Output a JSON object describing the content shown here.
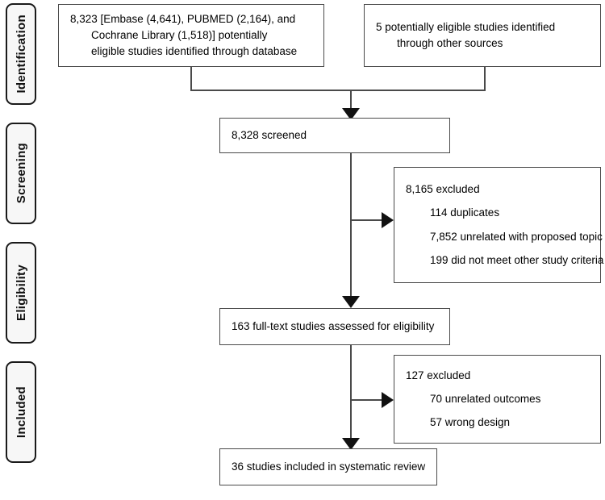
{
  "diagram": {
    "type": "prisma-flow-diagram",
    "stages": [
      {
        "id": "identification",
        "label": "Identification"
      },
      {
        "id": "screening",
        "label": "Screening"
      },
      {
        "id": "eligibility",
        "label": "Eligibility"
      },
      {
        "id": "included",
        "label": "Included"
      }
    ],
    "boxes": {
      "database_records": {
        "lines": [
          "8,323  [Embase (4,641),  PUBMED (2,164),  and",
          "Cochrane  Library (1,518)]  potentially",
          "eligible  studies  identified through database"
        ]
      },
      "other_sources": {
        "lines": [
          "5 potentially eligible studies  identified",
          "through  other  sources"
        ]
      },
      "screened": {
        "lines": [
          "8,328 screened"
        ]
      },
      "screening_excluded": {
        "heading": "8,165  excluded",
        "reasons": [
          "114 duplicates",
          "7,852 unrelated with proposed topic",
          "199 did not meet other study criteria"
        ]
      },
      "full_text_assessed": {
        "lines": [
          "163 full-text studies assessed for eligibility"
        ]
      },
      "eligibility_excluded": {
        "heading": "127  excluded",
        "reasons": [
          "70 unrelated outcomes",
          "57 wrong design"
        ]
      },
      "included_studies": {
        "lines": [
          "36 studies  included in  systematic review"
        ]
      }
    },
    "colors": {
      "box_border": "#4a4a4a",
      "stage_border": "#1a1a1a",
      "stage_fill": "#f7f7f7",
      "arrow_fill": "#111111",
      "background": "#ffffff",
      "text": "#000000"
    }
  }
}
